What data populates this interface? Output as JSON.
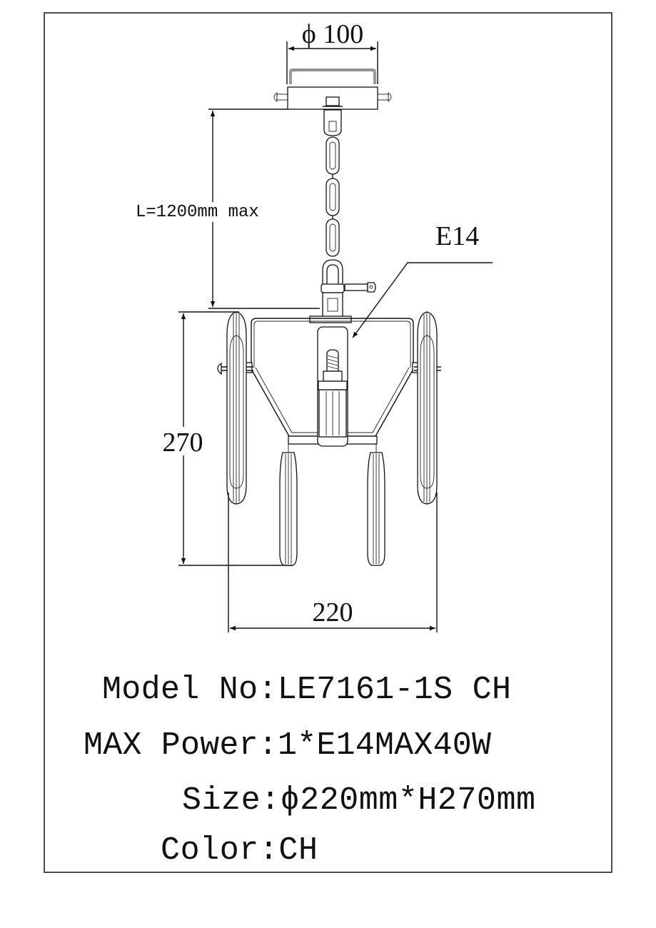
{
  "drawing": {
    "canopy_diameter": "ϕ 100",
    "chain_length": "L=1200mm max",
    "socket_label": "E14",
    "height_dimension": "270",
    "width_dimension": "220"
  },
  "specs": {
    "model": "Model No:LE7161-1S CH",
    "max_power": "MAX Power:1*E14MAX40W",
    "size": "Size:ϕ220mm*H270mm",
    "color": "Color:CH"
  }
}
